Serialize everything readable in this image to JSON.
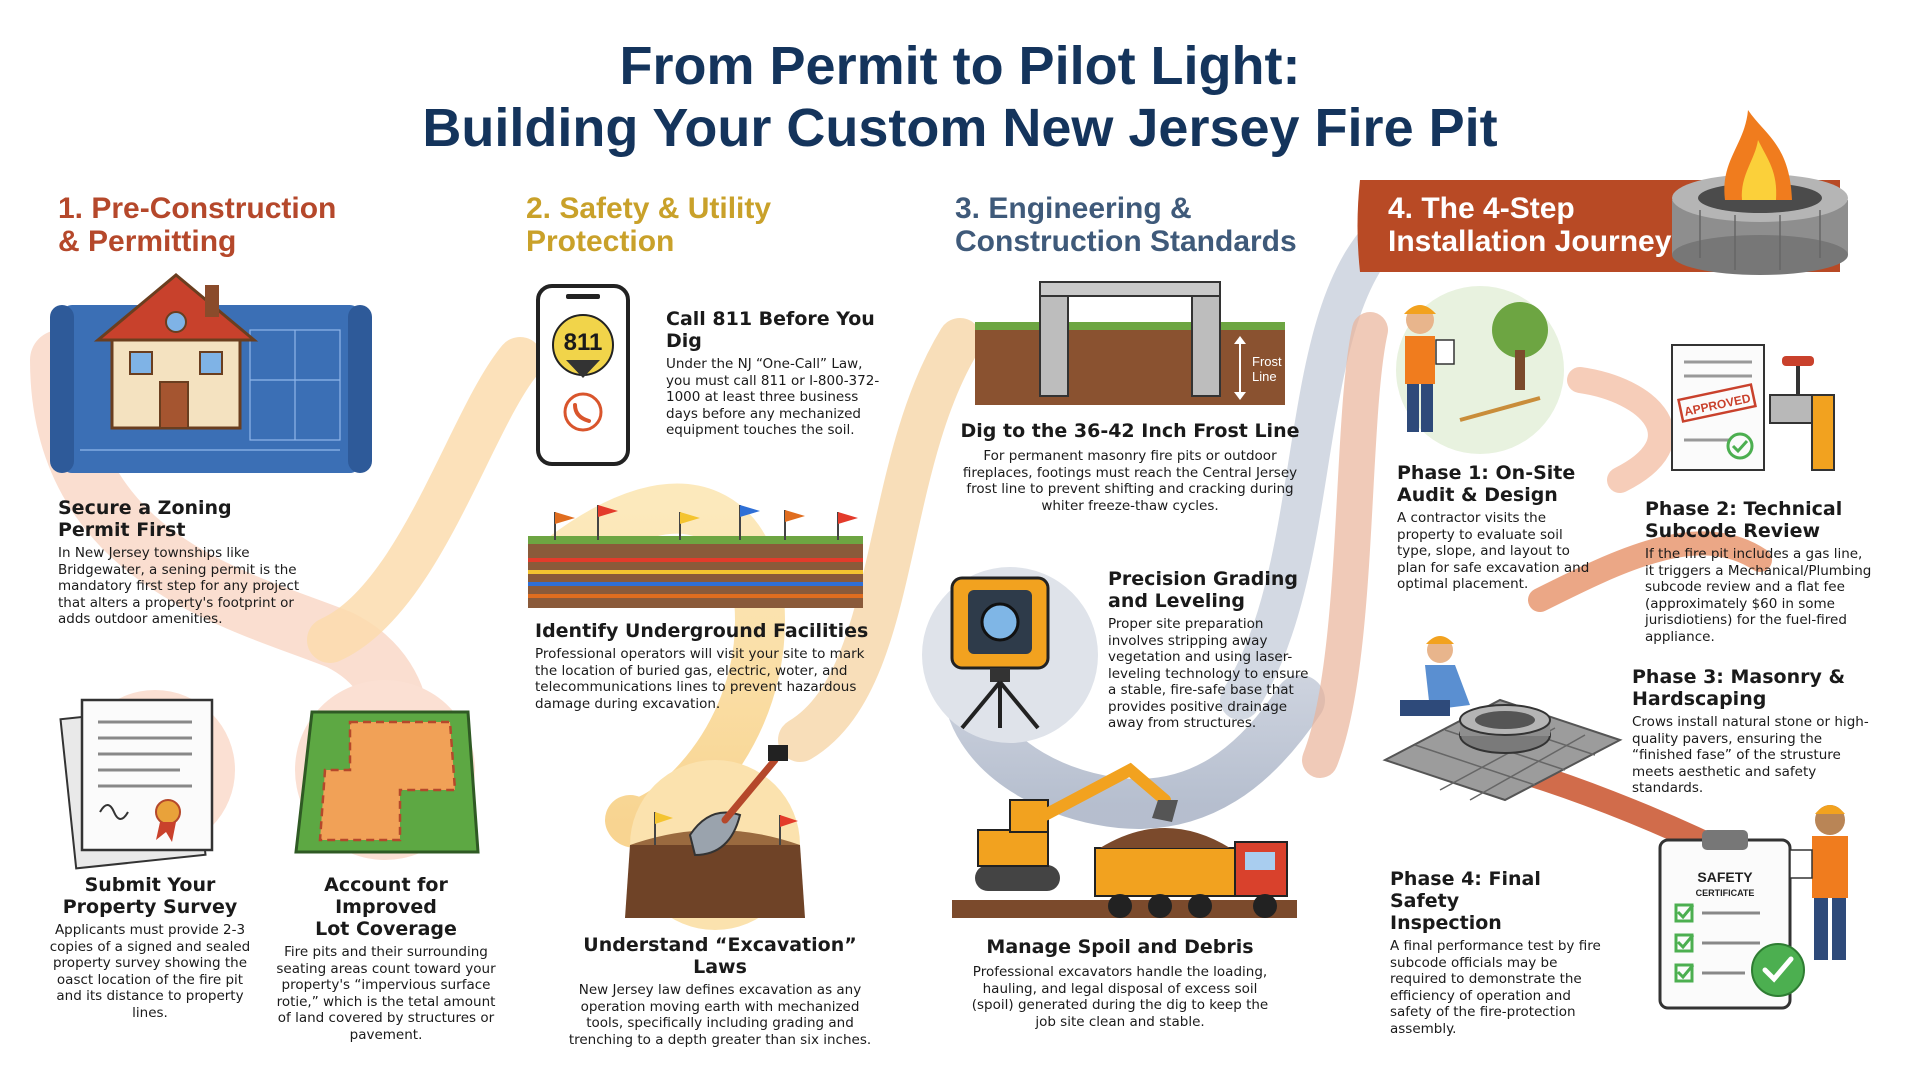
{
  "title": {
    "line1": "From Permit to Pilot Light:",
    "line2": "Building Your Custom New Jersey Fire Pit"
  },
  "sections": {
    "s1": {
      "title_line1": "1. Pre-Construction",
      "title_line2": "& Permitting",
      "items": {
        "zoning": {
          "title_line1": "Secure a Zoning",
          "title_line2": "Permit First",
          "text": "In New Jersey townships like Bridgewater, a sening permit is the mandatory first step for any project that alters a property's footprint or adds outdoor amenities."
        },
        "survey": {
          "title_line1": "Submit Your",
          "title_line2": "Property Survey",
          "text": "Applicants must provide 2-3 copies of a signed and sealed property survey showing the oasct location of the fire pit and its distance to property lines."
        },
        "coverage": {
          "title_line1": "Account for Improved",
          "title_line2": "Lot Coverage",
          "text": "Fire pits and their surrounding seating areas count toward your property's “impervious surface rotie,” which is the tetal amount of land covered by structures or pavement."
        }
      }
    },
    "s2": {
      "title_line1": "2. Safety & Utility",
      "title_line2": "Protection",
      "items": {
        "call811": {
          "title": "Call 811 Before You Dig",
          "text": "Under the NJ “One-Call” Law, you must call 811 or I-800-372-1000 at least three business days before any mechanized equipment touches the soil.",
          "phone_label": "811"
        },
        "identify": {
          "title": "Identify Underground Facilities",
          "text": "Professional operators will visit your site to mark the location of buried gas, electric, woter, and telecommunications lines to prevent hazardous damage during excavation."
        },
        "excavation": {
          "title": "Understand “Excavation” Laws",
          "text": "New Jersey law defines excavation as any operation moving earth with mechanized tools, specifically including grading and trenching to a depth greater than six inches."
        }
      }
    },
    "s3": {
      "title_line1": "3. Engineering &",
      "title_line2": "Construction Standards",
      "items": {
        "frost": {
          "title": "Dig to the 36-42 Inch Frost Line",
          "text": "For permanent masonry fire pits or outdoor fireplaces, footings must reach the Central Jersey frost line to prevent shifting and cracking during whiter freeze-thaw cycles.",
          "diagram_label_line1": "Frost",
          "diagram_label_line2": "Line"
        },
        "grading": {
          "title_line1": "Precision Grading",
          "title_line2": "and Leveling",
          "text": "Proper site preparation involves stripping away vegetation and using laser-leveling technology to ensure a stable, fire-safe base that provides positive drainage away from structures."
        },
        "spoil": {
          "title": "Manage Spoil and Debris",
          "text": "Professional excavators handle the loading, hauling, and legal disposal of excess soil (spoil) generated during the dig to keep the job site clean and stable."
        }
      }
    },
    "s4": {
      "title_line1": "4. The 4-Step",
      "title_line2": "Installation Journey",
      "phases": {
        "p1": {
          "title_line1": "Phase 1: On-Site",
          "title_line2": "Audit & Design",
          "text": "A contractor visits the property to evaluate soil type, slope, and layout to plan for safe excavation and optimal placement."
        },
        "p2": {
          "title_line1": "Phase 2: Technical",
          "title_line2": "Subcode Review",
          "text": "If the fire pit includes a gas line, it triggers a Mechanical/Plumbing subcode review and a flat fee (approximately $60 in some jurisdiotiens) for the fuel-fired appliance.",
          "stamp": "APPROVED"
        },
        "p3": {
          "title_line1": "Phase 3: Masonry &",
          "title_line2": "Hardscaping",
          "text": "Crows install natural stone or high-quality pavers, ensuring the “finished fase” of the strusture meets aesthetic and safety standards."
        },
        "p4": {
          "title_line1": "Phase 4: Final Safety",
          "title_line2": "Inspection",
          "text": "A final performance test by fire subcode officials may be required to demonstrate the efficiency of operation and safety of the fire-protection assembly.",
          "cert_line1": "SAFETY",
          "cert_line2": "CERTIFICATE"
        }
      }
    }
  },
  "colors": {
    "title": "#14345c",
    "s1": "#b5482b",
    "s2": "#c9a12a",
    "s3": "#3f5a7a",
    "s4_banner": "#b84a25",
    "path_orange": "#f0a25a",
    "path_blue": "#8c9bb3"
  }
}
